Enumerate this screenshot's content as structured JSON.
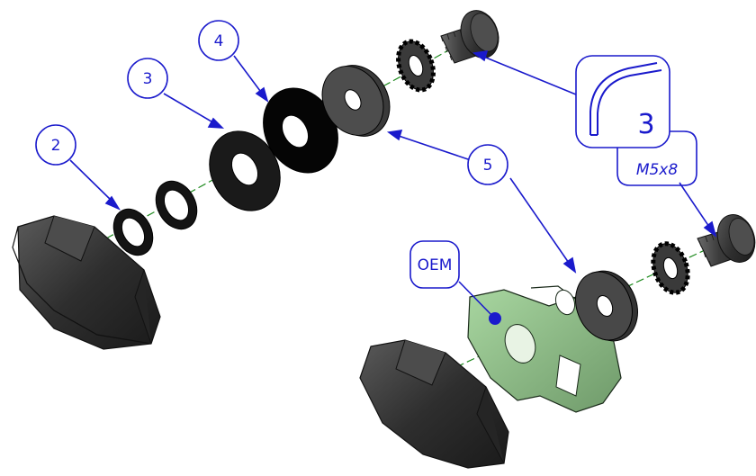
{
  "balloons": [
    {
      "label": "2"
    },
    {
      "label": "3"
    },
    {
      "label": "4"
    },
    {
      "label": "5"
    }
  ],
  "tags": {
    "oem": "OEM",
    "screw_size": "M5x8",
    "hex_key_size": "3"
  },
  "colors": {
    "annotation": "#1a1acc",
    "axis": "#1e8a1e",
    "oem_part": "#8fbf8a",
    "washer": "#111111",
    "cap": "#3a3a3a",
    "screw": "#4a4a4a"
  },
  "icons": {
    "hex_key": "hex-key-icon"
  }
}
